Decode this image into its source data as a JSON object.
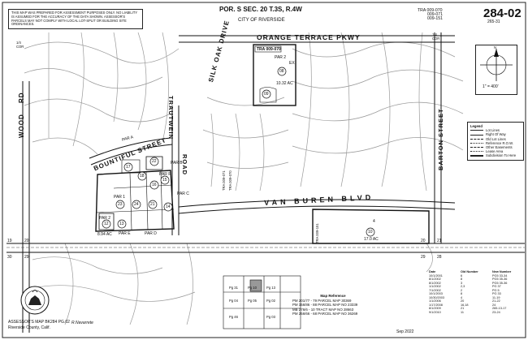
{
  "disclaimer": "This map was prepared for assessment purposes only. No liability is assumed for the accuracy of the data shown. Assessor's parcels may not comply with local lot-split or building site ordinances.",
  "header": {
    "section": "POR. S SEC. 20 T.3S, R.4W",
    "city": "CITY OF RIVERSIDE",
    "tra_list": [
      "TRA 009-070",
      "009-071",
      "009-151"
    ],
    "page_number": "284-02",
    "page_sub": "265-31"
  },
  "corners": {
    "top_left": "1/4\nCOR",
    "top_right": "1/4\nCOR"
  },
  "streets": {
    "orange_terrace": "ORANGE TERRACE PKWY",
    "silk_oak": "SILK OAK DRIVE",
    "trautwein": "TRAUTWEIN",
    "bountiful": "BOUNTIFUL STREET",
    "road": "ROAD",
    "wood": "WOOD",
    "rd": "RD",
    "van_buren": "VAN BUREN BLVD",
    "barton": "BARTON STREET",
    "tra_vert_1": "TRA 009-071",
    "tra_vert_2": "TRA 009-070",
    "tra_vert_3": "TRA 009-151"
  },
  "parcels": {
    "tra_box": "TRA 009-070",
    "par2_top": "PAR 2",
    "p08": "08",
    "p09": "09",
    "acres_top": "10.32 AC",
    "ex": "EX",
    "par1": "PAR 1",
    "par2": "PAR 2",
    "par_a": "PAR A",
    "par_b": "PAR B",
    "par_c": "PAR C",
    "par_d": "PAR D",
    "par_e": "PAR E",
    "par_f": "PAR F",
    "p17": "17",
    "p22": "22",
    "p18": "18",
    "p16": "16",
    "p15": "15",
    "p23": "23",
    "p24": "24",
    "p21": "21",
    "p14": "14",
    "p12": "12",
    "p13": "13",
    "p10": "10",
    "p4": "4",
    "acres_left": "8.94 AC",
    "acres_right": "17.0 AC"
  },
  "section_corners": {
    "n19": "19",
    "n20a": "20",
    "n20b": "20",
    "n21a": "21",
    "n30": "30",
    "n29a": "29",
    "n29b": "29",
    "n28": "28"
  },
  "compass": {
    "north": "N",
    "scale": "1\" = 400'"
  },
  "legend": {
    "title": "Legend",
    "items": [
      "Lot Lines",
      "Right Of Way",
      "Old Lot Lines",
      "Reference R.O.W.",
      "Other Easements",
      "Lease Area",
      "Subdivision To Here"
    ]
  },
  "map_reference": {
    "title": "Map Reference",
    "lines": [
      "PM 201/77 - 79 PARCEL MAP 30369",
      "PM 156/86 - 88 PARCEL MAP NO 23339",
      "MB 276/6 - 10 TRACT MAP NO 28663",
      "PM 256/66 - 68 PARCEL MAP NO 36269"
    ]
  },
  "index_map": {
    "cells": [
      "Pg 31",
      "Pg 10",
      "Pg 04",
      "Pg 05",
      "Pg 13",
      "Pg 02",
      "Pg 46",
      "Pg 03"
    ]
  },
  "change_table": {
    "header": [
      "Date",
      "Old Number",
      "New Number"
    ],
    "rows": [
      [
        "10/1/2001",
        "6",
        "PG5 33-34"
      ],
      [
        "8/1/2002",
        "8",
        "PG5 35-36"
      ],
      [
        "8/1/2002",
        "3",
        "PG5 35-36"
      ],
      [
        "1/1/2002",
        "2,3",
        "PG 37"
      ],
      [
        "7/1/2002",
        "2",
        "PG 5"
      ],
      [
        "10/1/2003",
        "8",
        "PG 33"
      ],
      [
        "10/30/2003",
        "4",
        "11-19"
      ],
      [
        "1/1/2006",
        "20",
        "21-22"
      ],
      [
        "1/17/2008",
        "16,18",
        "24"
      ],
      [
        "8/1/2009",
        "21",
        "265-13-17"
      ],
      [
        "9/1/2010",
        "11",
        "23-24"
      ]
    ]
  },
  "footer": {
    "book": "ASSESSOR'S MAP BK284 PG.02",
    "county": "Riverside County, Calif.",
    "author": "R.Navarrete",
    "date": "Sep 2022"
  }
}
